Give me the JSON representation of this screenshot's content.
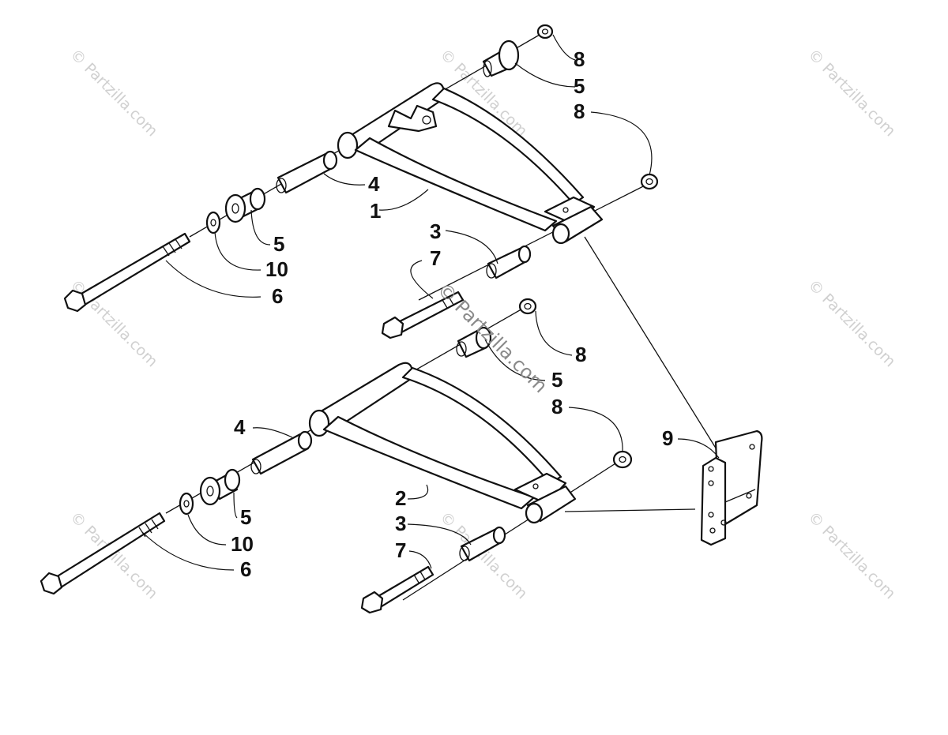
{
  "watermark": {
    "small_text": "© Partzilla.com",
    "center_text": "© Partzilla.com"
  },
  "callouts": {
    "upper_arm": "1",
    "lower_arm": "2",
    "upper_bushing_3": "3",
    "lower_bushing_3": "3",
    "upper_bushing_4": "4",
    "lower_bushing_4": "4",
    "upper_top_5": "5",
    "upper_left_5": "5",
    "lower_top_5": "5",
    "lower_left_5": "5",
    "upper_long_bolt_6": "6",
    "lower_long_bolt_6": "6",
    "upper_bolt_7": "7",
    "lower_bolt_7": "7",
    "upper_top_nut_8": "8",
    "upper_right_nut_8": "8",
    "lower_top_nut_8": "8",
    "lower_right_nut_8": "8",
    "bracket": "9",
    "upper_washer_10": "10",
    "lower_washer_10": "10"
  }
}
